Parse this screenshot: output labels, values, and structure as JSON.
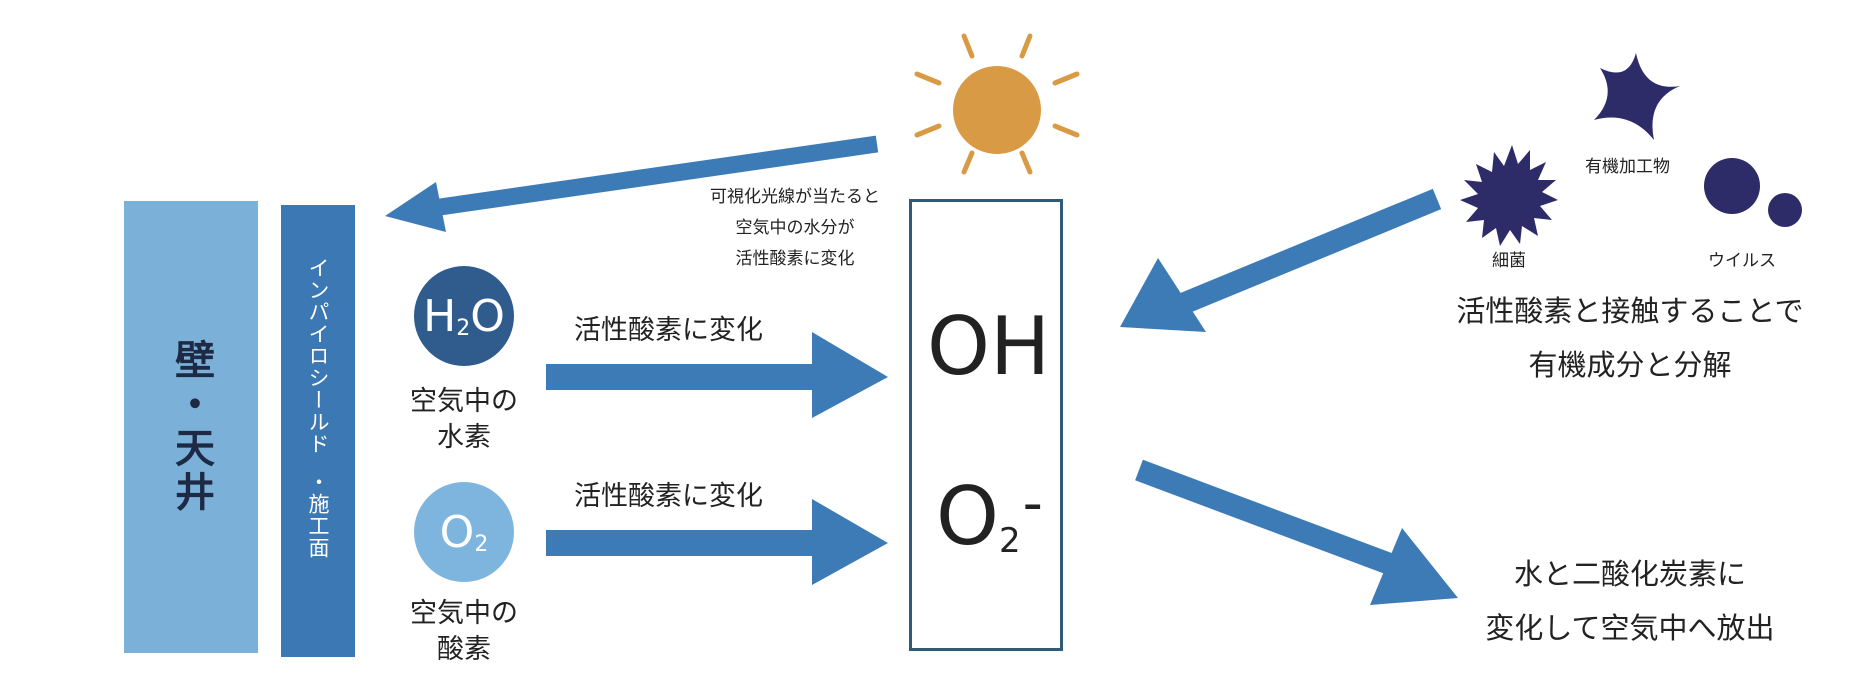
{
  "panels": {
    "wall_label": "壁・天井",
    "shield_label_1": "インパイロシールド",
    "shield_label_2": "・施工面"
  },
  "molecules": {
    "h2o": {
      "main": "H",
      "sub": "2",
      "tail": "O",
      "caption_1": "空気中の",
      "caption_2": "水素"
    },
    "o2": {
      "main": "O",
      "sub": "2",
      "caption_1": "空気中の",
      "caption_2": "酸素"
    }
  },
  "arrows": {
    "h2o_label": "活性酸素に変化",
    "o2_label": "活性酸素に変化"
  },
  "sun_note": [
    "可視化光線が当たると",
    "空気中の水分が",
    "活性酸素に変化"
  ],
  "reaction": {
    "oh": "OH",
    "o2_main": "O",
    "o2_sub": "2",
    "o2_charge": "-"
  },
  "contaminants": {
    "organic_label": "有機加工物",
    "bacteria_label": "細菌",
    "virus_label": "ウイルス",
    "note": [
      "活性酸素と接触することで",
      "有機成分と分解"
    ]
  },
  "output_note": [
    "水と二酸化炭素に",
    "変化して空気中へ放出"
  ],
  "colors": {
    "wall": "#7bb0d9",
    "shield": "#3c78b3",
    "arrow": "#3d7bb7",
    "h2o_circle": "#2f5c8c",
    "o2_circle": "#7db5de",
    "sun": "#d99a45",
    "contaminant": "#2e2c68",
    "box_border": "#2f5a78"
  },
  "icons": {
    "sun": "sun-icon",
    "organic": "star-icon",
    "bacteria": "spiky-ball-icon",
    "virus": "circle-icon"
  }
}
